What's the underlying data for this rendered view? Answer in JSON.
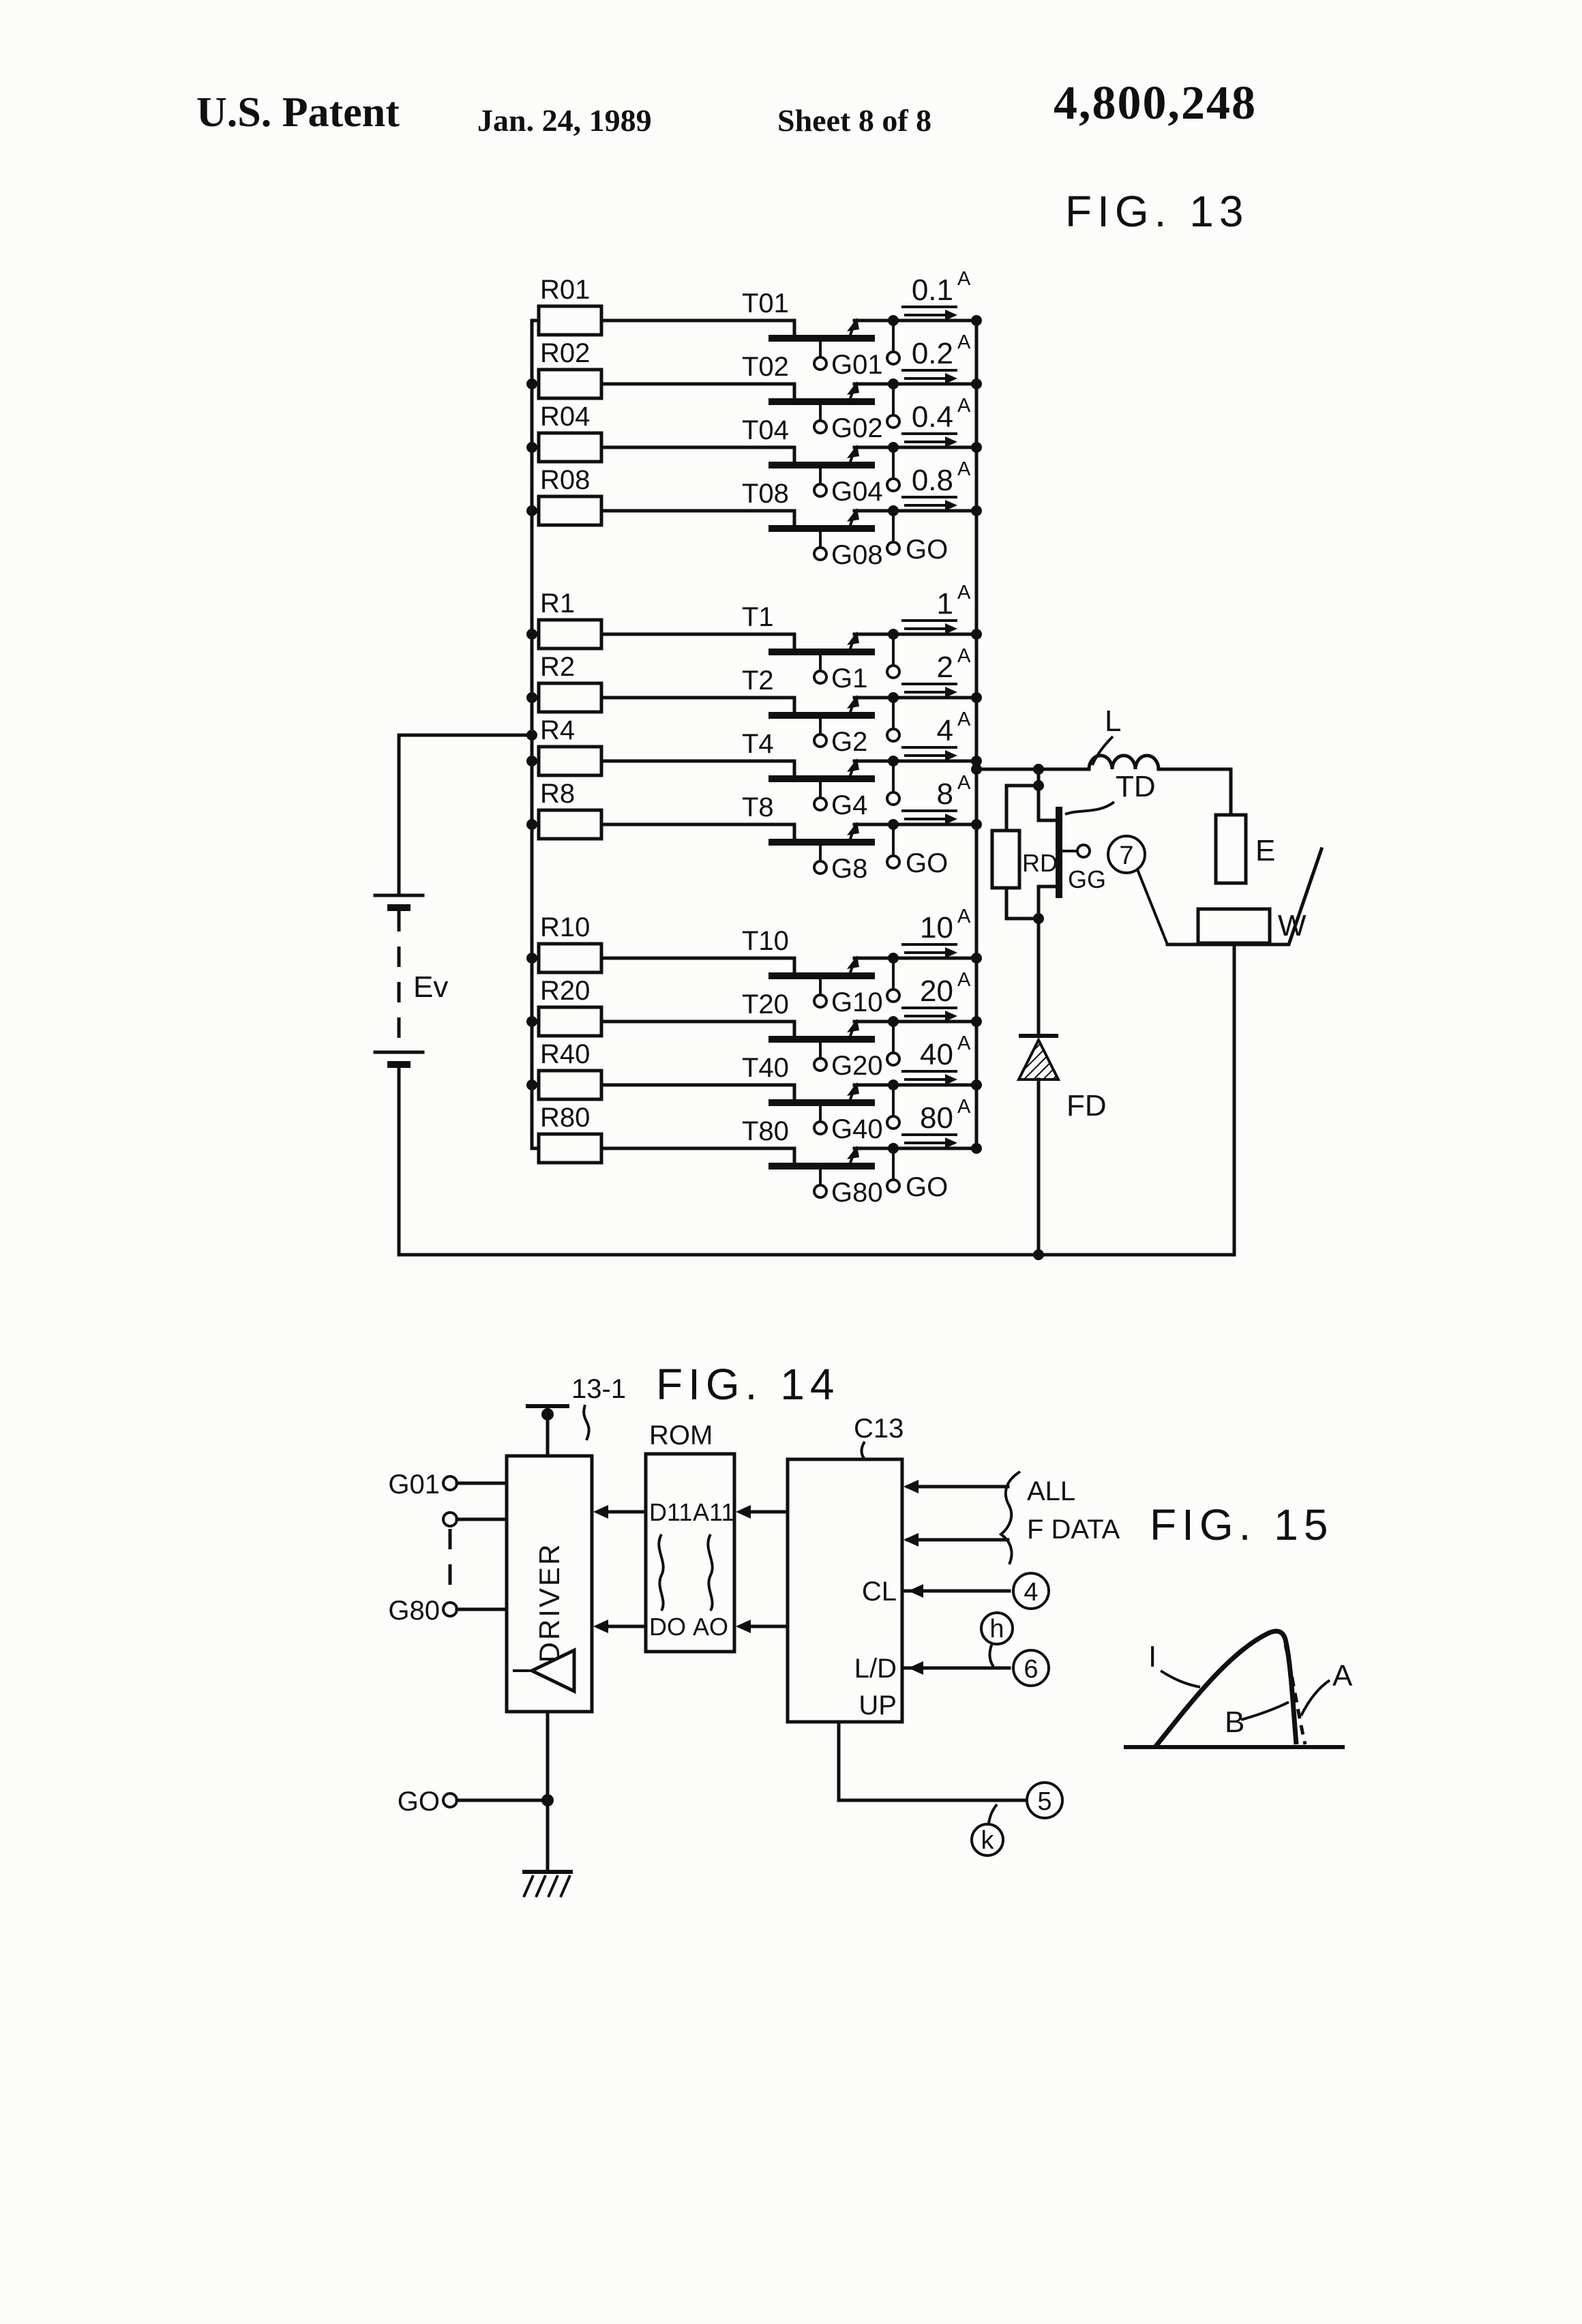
{
  "header": {
    "title": "U.S. Patent",
    "date": "Jan. 24, 1989",
    "sheet": "Sheet 8 of 8",
    "patent_number": "4,800,248"
  },
  "fig13": {
    "title": "FIG. 13",
    "amp_unit": "A",
    "common_gate": "GO",
    "rows": [
      {
        "r": "R01",
        "t": "T01",
        "g": "G01",
        "amps": "0.1"
      },
      {
        "r": "R02",
        "t": "T02",
        "g": "G02",
        "amps": "0.2"
      },
      {
        "r": "R04",
        "t": "T04",
        "g": "G04",
        "amps": "0.4"
      },
      {
        "r": "R08",
        "t": "T08",
        "g": "G08",
        "amps": "0.8"
      },
      {
        "r": "R1",
        "t": "T1",
        "g": "G1",
        "amps": "1"
      },
      {
        "r": "R2",
        "t": "T2",
        "g": "G2",
        "amps": "2"
      },
      {
        "r": "R4",
        "t": "T4",
        "g": "G4",
        "amps": "4"
      },
      {
        "r": "R8",
        "t": "T8",
        "g": "G8",
        "amps": "8"
      },
      {
        "r": "R10",
        "t": "T10",
        "g": "G10",
        "amps": "10"
      },
      {
        "r": "R20",
        "t": "T20",
        "g": "G20",
        "amps": "20"
      },
      {
        "r": "R40",
        "t": "T40",
        "g": "G40",
        "amps": "40"
      },
      {
        "r": "R80",
        "t": "T80",
        "g": "G80",
        "amps": "80"
      }
    ],
    "labels": {
      "battery": "Ev",
      "inductor": "L",
      "thyristor": "TD",
      "resistor": "RD",
      "gate": "GG",
      "node7": "7",
      "electrode": "E",
      "workpiece": "W",
      "diode": "FD"
    }
  },
  "fig14": {
    "title": "FIG. 14",
    "ref": "13-1",
    "driver": "DRIVER",
    "rom": "ROM",
    "c13": "C13",
    "d11": "D11",
    "a11": "A11",
    "d0": "DO",
    "a0": "AO",
    "cl": "CL",
    "ld": "L/D",
    "up": "UP",
    "all": "ALL",
    "f_data": "F DATA",
    "g01": "G01",
    "g80": "G80",
    "go": "GO",
    "c4": "4",
    "c6": "6",
    "c5": "5",
    "ch": "h",
    "ck": "k"
  },
  "fig15": {
    "title": "FIG. 15",
    "current": "I",
    "a": "A",
    "b": "B"
  }
}
